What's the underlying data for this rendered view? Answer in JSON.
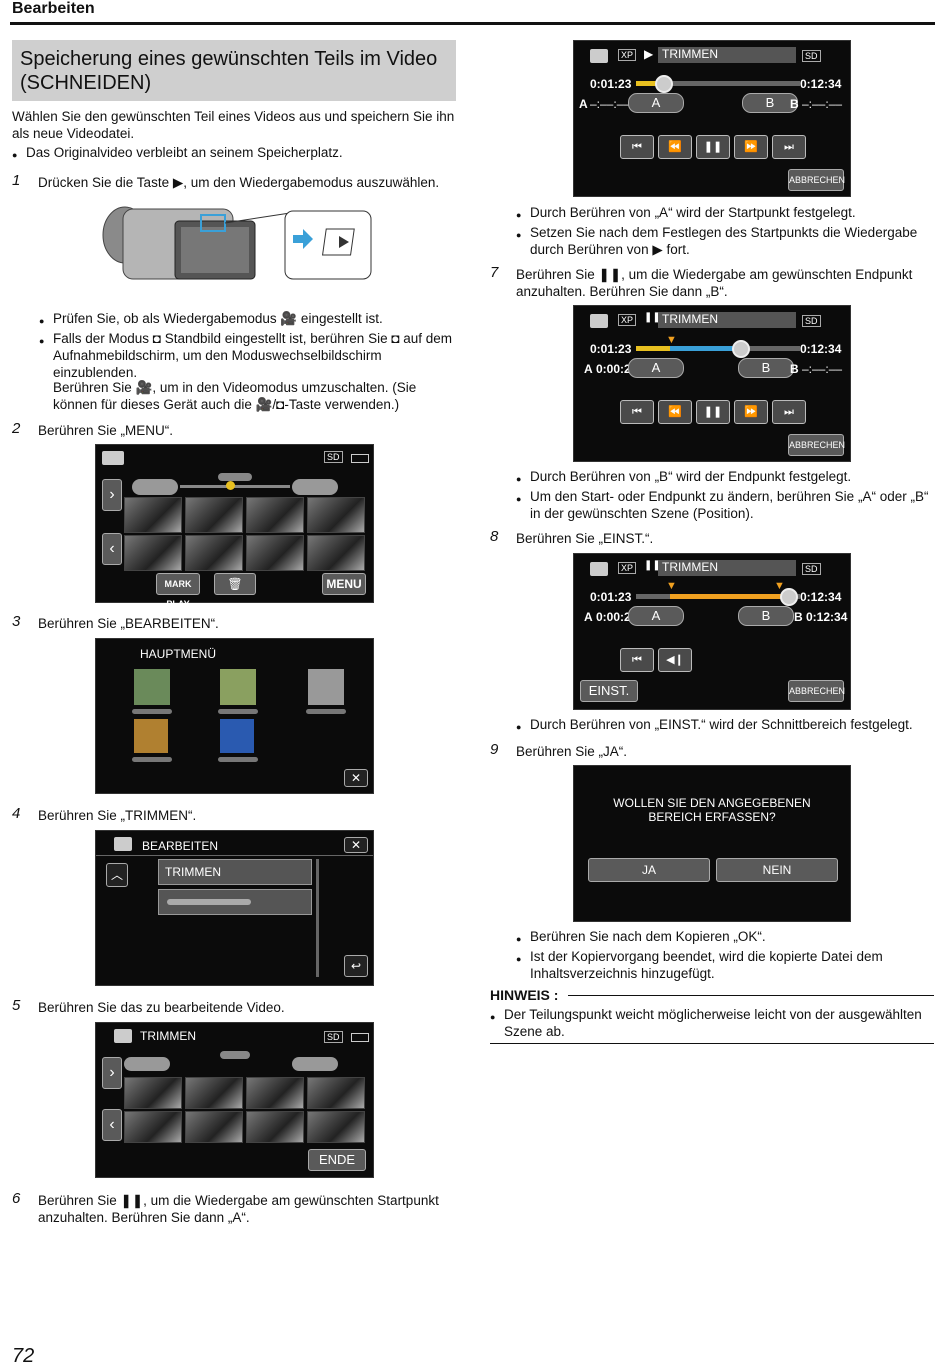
{
  "header": {
    "title": "Bearbeiten",
    "page_number": "72"
  },
  "section_title": "Speicherung eines gewünschten Teils im Video (SCHNEIDEN)",
  "intro": {
    "text": "Wählen Sie den gewünschten Teil eines Videos aus und speichern Sie ihn als neue Videodatei.",
    "bullet": "Das Originalvideo verbleibt an seinem Speicherplatz."
  },
  "steps": {
    "s1": {
      "num": "1",
      "text": "Drücken Sie die Taste ▶, um den Wiedergabemodus auszuwählen."
    },
    "s1_bullets": [
      "Prüfen Sie, ob als Wiedergabemodus 🎥 eingestellt ist.",
      "Falls der Modus ◘ Standbild eingestellt ist, berühren Sie ◘ auf dem Aufnahmebildschirm, um den Moduswechselbildschirm einzublenden.",
      "Berühren Sie 🎥, um in den Videomodus umzuschalten. (Sie können für dieses Gerät auch die 🎥/◘-Taste verwenden.)"
    ],
    "s2": {
      "num": "2",
      "text": "Berühren Sie „MENU“."
    },
    "s3": {
      "num": "3",
      "text": "Berühren Sie „BEARBEITEN“."
    },
    "s4": {
      "num": "4",
      "text": "Berühren Sie „TRIMMEN“."
    },
    "s5": {
      "num": "5",
      "text": "Berühren Sie das zu bearbeitende Video."
    },
    "s6": {
      "num": "6",
      "text": "Berühren Sie ❚❚, um die Wiedergabe am gewünschten Startpunkt anzuhalten. Berühren Sie dann „A“."
    },
    "s6_bullets": [
      "Durch Berühren von „A“ wird der Startpunkt festgelegt.",
      "Setzen Sie nach dem Festlegen des Startpunkts die Wiedergabe durch Berühren von ▶ fort."
    ],
    "s7": {
      "num": "7",
      "text": "Berühren Sie ❚❚, um die Wiedergabe am gewünschten Endpunkt anzuhalten. Berühren Sie dann „B“."
    },
    "s7_bullets": [
      "Durch Berühren von „B“ wird der Endpunkt festgelegt.",
      "Um den Start- oder Endpunkt zu ändern, berühren Sie „A“ oder „B“ in der gewünschten Szene (Position)."
    ],
    "s8": {
      "num": "8",
      "text": "Berühren Sie „EINST.“."
    },
    "s8_bullets": [
      "Durch Berühren von „EINST.“ wird der Schnittbereich festgelegt."
    ],
    "s9": {
      "num": "9",
      "text": "Berühren Sie „JA“."
    },
    "s9_bullets": [
      "Berühren Sie nach dem Kopieren „OK“.",
      "Ist der Kopiervorgang beendet, wird die kopierte Datei dem Inhaltsverzeichnis hinzugefügt."
    ]
  },
  "hinweis": {
    "title": "HINWEIS :",
    "text": "Der Teilungspunkt weicht möglicherweise leicht von der ausgewählten Szene ab."
  },
  "screens": {
    "menu_screen": {
      "markplay": "MARK PLAY",
      "menu": "MENU",
      "sd": "SD"
    },
    "hauptmenu": {
      "title": "HAUPTMENÜ"
    },
    "bearbeiten": {
      "title": "BEARBEITEN",
      "item1": "TRIMMEN"
    },
    "trimmen_select": {
      "title": "TRIMMEN",
      "ende": "ENDE",
      "sd": "SD"
    },
    "trim1": {
      "title": "TRIMMEN",
      "xp": "XP",
      "sd": "SD",
      "time_left": "0:01:23",
      "time_right": "0:12:34",
      "a_label": "A",
      "a_time": "–:––:––",
      "b_label": "B",
      "b_time": "–:––:––",
      "btn_a": "A",
      "btn_b": "B",
      "abbrechen": "ABBRECHEN"
    },
    "trim2": {
      "title": "TRIMMEN",
      "xp": "XP",
      "sd": "SD",
      "time_left": "0:01:23",
      "time_right": "0:12:34",
      "a_label": "A",
      "a_time": "0:00:23",
      "b_label": "B",
      "b_time": "–:––:––",
      "btn_a": "A",
      "btn_b": "B",
      "abbrechen": "ABBRECHEN"
    },
    "trim3": {
      "title": "TRIMMEN",
      "xp": "XP",
      "sd": "SD",
      "time_left": "0:01:23",
      "time_right": "0:12:34",
      "a_label": "A",
      "a_time": "0:00:23",
      "b_label": "B",
      "b_time": "0:12:34",
      "btn_a": "A",
      "btn_b": "B",
      "einst": "EINST.",
      "abbrechen": "ABBRECHEN"
    },
    "confirm": {
      "question": "WOLLEN SIE DEN ANGEGEBENEN BEREICH ERFASSEN?",
      "ja": "JA",
      "nein": "NEIN"
    }
  },
  "colors": {
    "title_bg": "#cfcfcf",
    "accent_blue": "#3aa0d8",
    "accent_orange": "#f0a020",
    "marker_yellow": "#e8c020"
  }
}
